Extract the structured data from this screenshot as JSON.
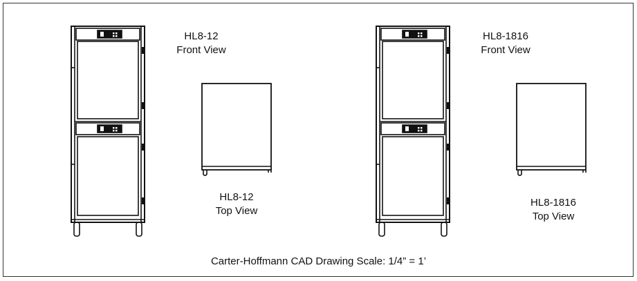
{
  "units": [
    {
      "front": {
        "model": "HL8-12",
        "view": "Front View"
      },
      "top": {
        "model": "HL8-12",
        "view": "Top View"
      }
    },
    {
      "front": {
        "model": "HL8-1816",
        "view": "Front View"
      },
      "top": {
        "model": "HL8-1816",
        "view": "Top View"
      }
    }
  ],
  "caption": "Carter-Hoffmann CAD Drawing Scale: 1/4” = 1’"
}
